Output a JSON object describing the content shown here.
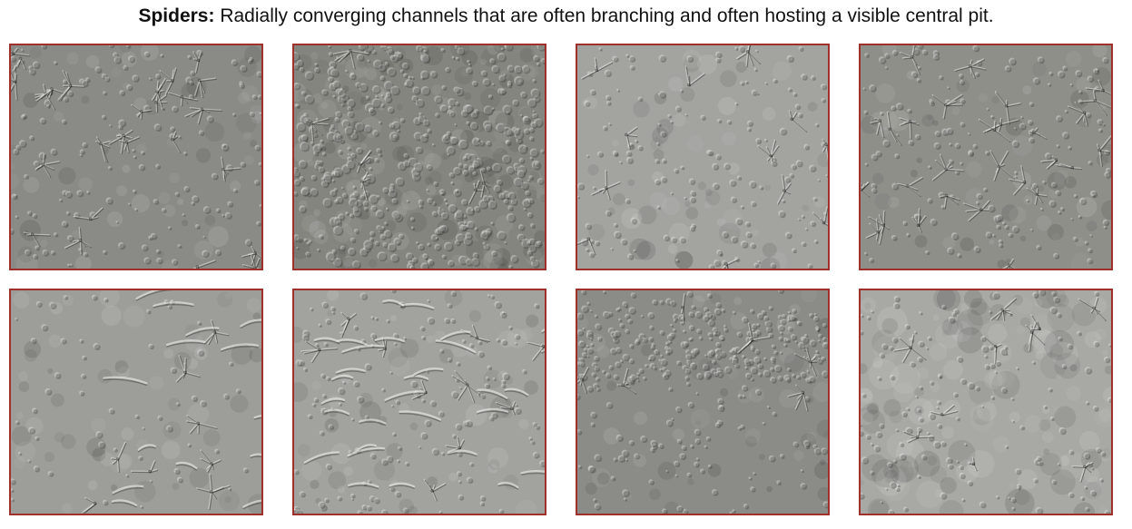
{
  "caption": {
    "term": "Spiders:",
    "description": "Radially converging channels that are often branching and often hosting a visible central pit."
  },
  "colors": {
    "frame": "#a0302a",
    "text": "#111111"
  },
  "tiles": [
    {
      "row": 1,
      "col": 1,
      "tone": "#8a8a86",
      "texture": "scattered-spiders"
    },
    {
      "row": 1,
      "col": 2,
      "tone": "#85857f",
      "texture": "dense-knobby"
    },
    {
      "row": 1,
      "col": 3,
      "tone": "#a3a3a0",
      "texture": "sparse-spiders"
    },
    {
      "row": 1,
      "col": 4,
      "tone": "#8f8f8a",
      "texture": "branching-channels"
    },
    {
      "row": 2,
      "col": 1,
      "tone": "#9d9d99",
      "texture": "smooth-streaks"
    },
    {
      "row": 2,
      "col": 2,
      "tone": "#a2a29e",
      "texture": "elongated-ridges"
    },
    {
      "row": 2,
      "col": 3,
      "tone": "#8b8b87",
      "texture": "rough-banded"
    },
    {
      "row": 2,
      "col": 4,
      "tone": "#a8a8a4",
      "texture": "mottled-pits"
    }
  ]
}
